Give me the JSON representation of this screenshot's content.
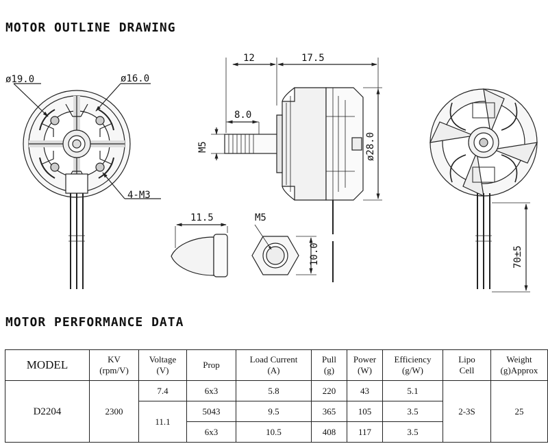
{
  "titles": {
    "outline": "MOTOR OUTLINE DRAWING",
    "performance": "MOTOR PERFORMANCE DATA"
  },
  "dimensions": {
    "dia_19": "ø19.0",
    "dia_16": "ø16.0",
    "holes": "4-M3",
    "len_12": "12",
    "len_17_5": "17.5",
    "shaft_8": "8.0",
    "shaft_m5": "M5",
    "dia_28": "ø28.0",
    "prop_nut_len": "11.5",
    "nut_thread": "M5",
    "nut_width": "10.0",
    "lead_len": "70±5"
  },
  "table": {
    "headers": [
      {
        "l1": "MODEL",
        "l2": ""
      },
      {
        "l1": "KV",
        "l2": "(rpm/V)"
      },
      {
        "l1": "Voltage",
        "l2": "(V)"
      },
      {
        "l1": "Prop",
        "l2": ""
      },
      {
        "l1": "Load Current",
        "l2": "(A)"
      },
      {
        "l1": "Pull",
        "l2": "(g)"
      },
      {
        "l1": "Power",
        "l2": "(W)"
      },
      {
        "l1": "Efficiency",
        "l2": "(g/W)"
      },
      {
        "l1": "Lipo",
        "l2": "Cell"
      },
      {
        "l1": "Weight",
        "l2": "(g)Approx"
      }
    ],
    "model": "D2204",
    "kv": "2300",
    "lipo": "2-3S",
    "weight": "25",
    "voltages": [
      "7.4",
      "11.1"
    ],
    "rows": [
      {
        "prop": "6x3",
        "current": "5.8",
        "pull": "220",
        "power": "43",
        "efficiency": "5.1"
      },
      {
        "prop": "5043",
        "current": "9.5",
        "pull": "365",
        "power": "105",
        "efficiency": "3.5"
      },
      {
        "prop": "6x3",
        "current": "10.5",
        "pull": "408",
        "power": "117",
        "efficiency": "3.5"
      }
    ]
  }
}
